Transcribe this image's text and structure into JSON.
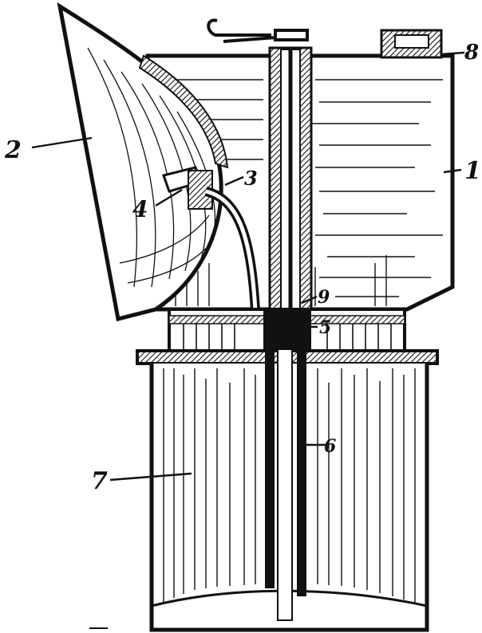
{
  "diagram": {
    "kind": "patent cross-section drawing of a carbide miner's lamp",
    "labels": {
      "l1": "1",
      "l2": "2",
      "l3": "3",
      "l4": "4",
      "l5": "5",
      "l6": "6",
      "l7": "7",
      "l8": "8",
      "l9": "9"
    }
  },
  "colors": {
    "ink": "#111111",
    "paper": "#ffffff"
  }
}
